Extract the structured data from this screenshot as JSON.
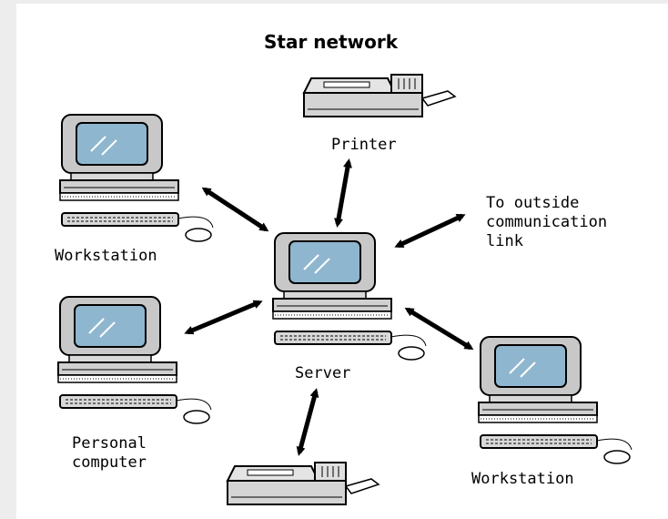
{
  "title": "Star network",
  "nodes": {
    "printer_top": "Printer",
    "outside_link": [
      "To outside",
      "communication",
      "link"
    ],
    "workstation_left": "Workstation",
    "server": "Server",
    "personal_computer": [
      "Personal",
      "computer"
    ],
    "workstation_right": "Workstation"
  },
  "colors": {
    "screen": "#8fb6cf",
    "case": "#c8c8c8",
    "outline": "#000000",
    "arrow": "#000000"
  },
  "icons": [
    "computer-icon",
    "printer-icon",
    "keyboard-icon",
    "mouse-icon",
    "double-arrow-icon"
  ]
}
